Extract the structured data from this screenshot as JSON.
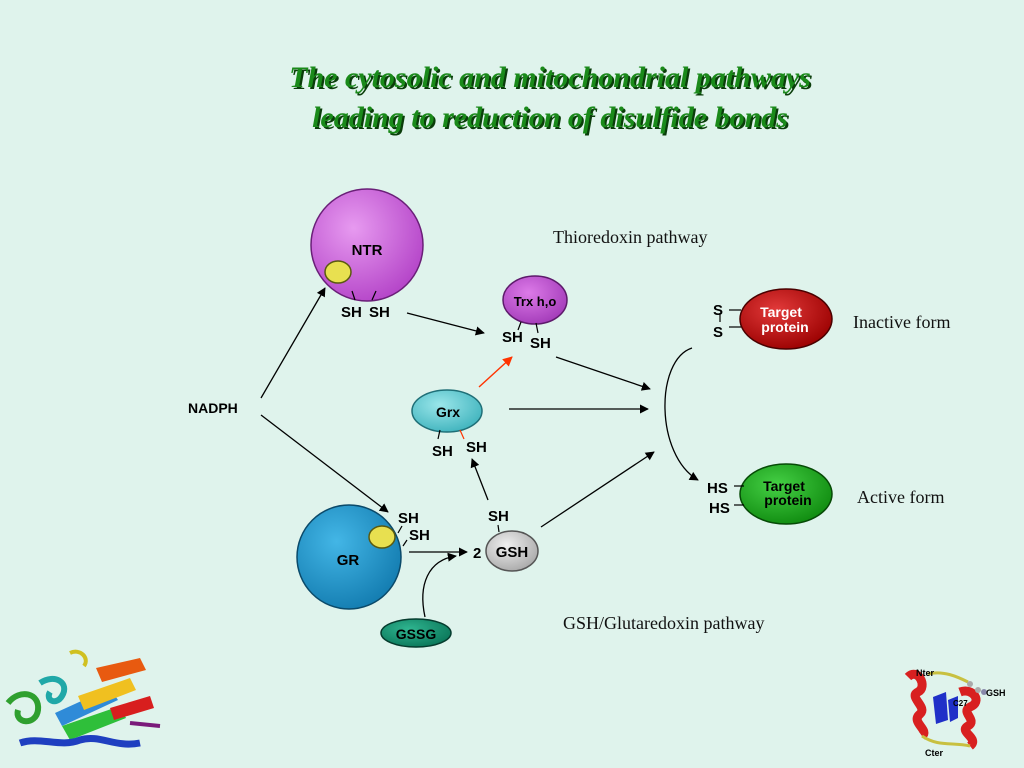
{
  "title": {
    "line1": "The cytosolic and mitochondrial pathways",
    "line2": "leading to reduction of disulfide bonds"
  },
  "labels": {
    "thioredoxin_pathway": "Thioredoxin pathway",
    "gsh_pathway": "GSH/Glutaredoxin pathway",
    "inactive_form": "Inactive form",
    "active_form": "Active form"
  },
  "nodes": {
    "ntr": "NTR",
    "gr": "GR",
    "trx": "Trx h,o",
    "grx": "Grx",
    "gsh": "GSH",
    "gssg": "GSSG",
    "nadph": "NADPH",
    "target_inactive": [
      "Target",
      "protein"
    ],
    "target_active": [
      "Target",
      "protein"
    ]
  },
  "thiols": {
    "ntr": [
      "SH",
      "SH"
    ],
    "trx": [
      "SH",
      "SH"
    ],
    "grx": [
      "SH",
      "SH"
    ],
    "gr": [
      "SH",
      "SH"
    ],
    "gsh_top": "SH",
    "gsh_coef": "2",
    "inactive": [
      "S",
      "S"
    ],
    "active": [
      "HS",
      "HS"
    ]
  },
  "structure_labels": {
    "nter": "Nter",
    "cter": "Cter",
    "gsh": "GSH",
    "c27": "C27"
  },
  "colors": {
    "background": "#dff3ec",
    "title": "#1a8a1a",
    "ntr": "#c45ad6",
    "gr": "#1f95c8",
    "trx": "#c14fd1",
    "grx": "#5ec8d0",
    "gsh": "#c8c8c8",
    "gssg": "#129070",
    "target_inactive": "#c00000",
    "target_active": "#1fa81f",
    "fad": "#e8e050",
    "electron_arrow": "#ff3300"
  }
}
